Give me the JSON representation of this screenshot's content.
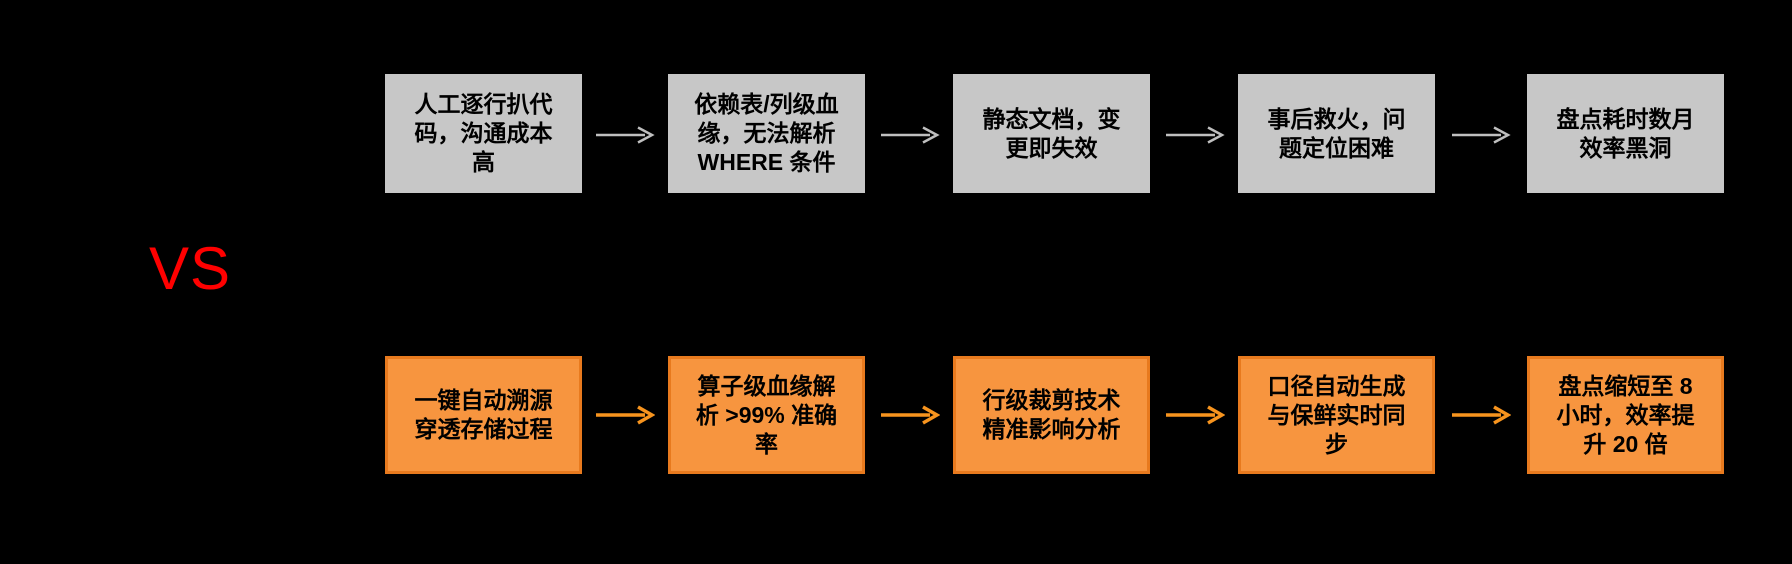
{
  "diagram": {
    "vs_label": "VS",
    "colors": {
      "background": "#000000",
      "vs_text": "#FF0000",
      "box_text": "#000000",
      "traditional_box_fill": "#C7C7C7",
      "traditional_arrow": "#BFBFBF",
      "automated_box_fill": "#F7953F",
      "automated_box_border": "#E87A1E",
      "automated_arrow": "#F7941E"
    },
    "rows": [
      {
        "id": "traditional-flow",
        "boxes": [
          {
            "text": "人工逐行扒代码，沟通成本高"
          },
          {
            "text": "依赖表/列级血缘，无法解析 WHERE 条件"
          },
          {
            "text": "静态文档，变更即失效"
          },
          {
            "text": "事后救火，问题定位困难"
          },
          {
            "text": "盘点耗时数月 效率黑洞"
          }
        ]
      },
      {
        "id": "automated-flow",
        "boxes": [
          {
            "text": "一键自动溯源 穿透存储过程"
          },
          {
            "text": "算子级血缘解析 >99% 准确率"
          },
          {
            "text": "行级裁剪技术 精准影响分析"
          },
          {
            "text": "口径自动生成 与保鲜实时同步"
          },
          {
            "text": "盘点缩短至 8 小时，效率提升 20 倍"
          }
        ]
      }
    ]
  }
}
